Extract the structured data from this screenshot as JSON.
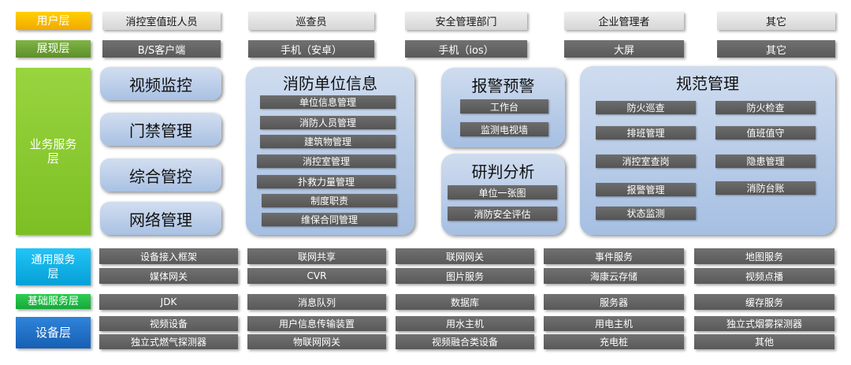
{
  "layers": {
    "user": "用户层",
    "presentation": "展现层",
    "business": "业务服务\n层",
    "common": "通用服务\n层",
    "basic": "基础服务层",
    "device": "设备层"
  },
  "users": [
    "消控室值班人员",
    "巡查员",
    "安全管理部门",
    "企业管理者",
    "其它"
  ],
  "terminals": [
    "B/S客户端",
    "手机（安卓）",
    "手机（ios）",
    "大屏",
    "其它"
  ],
  "business": {
    "buttons": [
      "视频监控",
      "门禁管理",
      "综合管控",
      "网络管理"
    ],
    "fire_unit": {
      "title": "消防单位信息",
      "items": [
        "单位信息管理",
        "消防人员管理",
        "建筑物管理",
        "消控室管理",
        "扑救力量管理",
        "制度职责",
        "维保合同管理"
      ]
    },
    "alarm": {
      "title": "报警预警",
      "items": [
        "工作台",
        "监测电视墙"
      ]
    },
    "analysis": {
      "title": "研判分析",
      "items": [
        "单位一张图",
        "消防安全评估"
      ]
    },
    "standard": {
      "title": "规范管理",
      "left": [
        "防火巡查",
        "排班管理",
        "消控室查岗",
        "报警管理",
        "状态监测"
      ],
      "right": [
        "防火检查",
        "值班值守",
        "隐患管理",
        "消防台账"
      ]
    }
  },
  "common_services": [
    [
      "设备接入框架",
      "联网共享",
      "联网网关",
      "事件服务",
      "地图服务"
    ],
    [
      "媒体网关",
      "CVR",
      "图片服务",
      "海康云存储",
      "视频点播"
    ]
  ],
  "basic_services": [
    "JDK",
    "消息队列",
    "数据库",
    "服务器",
    "缓存服务"
  ],
  "devices": [
    [
      "视频设备",
      "用户信息传输装置",
      "用水主机",
      "用电主机",
      "独立式烟雾探测器"
    ],
    [
      "独立式燃气探测器",
      "物联网网关",
      "视频融合类设备",
      "充电桩",
      "其他"
    ]
  ]
}
